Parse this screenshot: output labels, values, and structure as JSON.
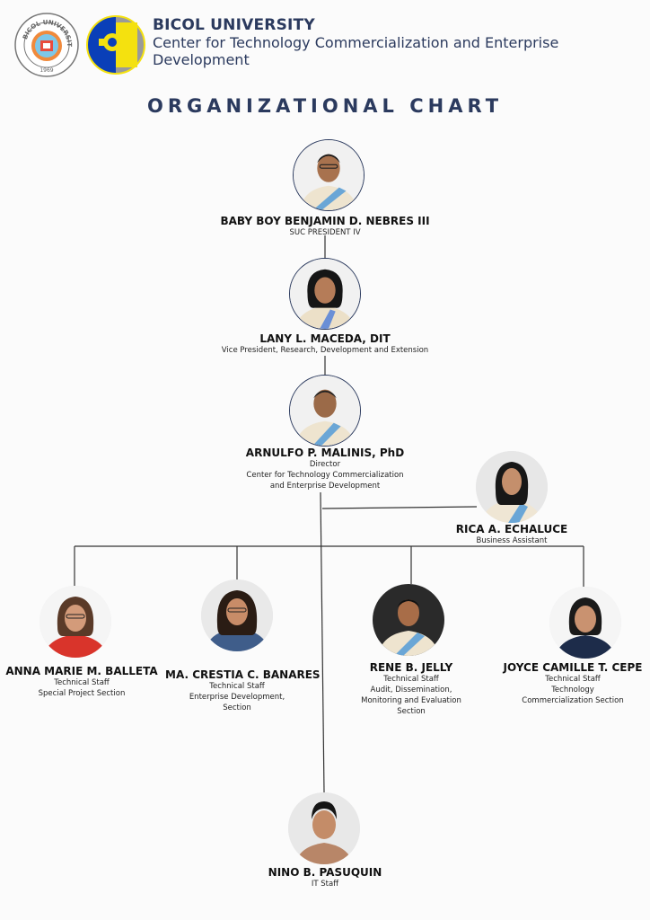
{
  "header": {
    "university": "BICOL UNIVERSITY",
    "center": "Center for Technology Commercialization and Enterprise Development",
    "seal_text": "BICOL UNIVERSITY 1969"
  },
  "title": "ORGANIZATIONAL CHART",
  "colors": {
    "navy": "#2b3a5e",
    "logo_blue": "#0a3fb8",
    "logo_yellow": "#f4e10f",
    "logo_gray": "#9a9a9a",
    "sash": "#6aa6d6"
  },
  "people": [
    {
      "id": "president",
      "name": "BABY BOY BENJAMIN D. NEBRES III",
      "roles": [
        "SUC PRESIDENT IV"
      ]
    },
    {
      "id": "vp",
      "name": "LANY L. MACEDA, DIT",
      "roles": [
        "Vice President, Research, Development and Extension"
      ]
    },
    {
      "id": "director",
      "name": "ARNULFO P. MALINIS, PhD",
      "roles": [
        "Director",
        "Center for Technology Commercialization",
        "and Enterprise Development"
      ]
    },
    {
      "id": "assistant",
      "name": "RICA A. ECHALUCE",
      "roles": [
        "Business Assistant"
      ]
    },
    {
      "id": "balleta",
      "name": "ANNA MARIE M. BALLETA",
      "roles": [
        "Technical Staff",
        "Special Project Section"
      ]
    },
    {
      "id": "banares",
      "name": "MA. CRESTIA C. BANARES",
      "roles": [
        "Technical Staff",
        "Enterprise Development,",
        "Section"
      ]
    },
    {
      "id": "jelly",
      "name": "RENE B. JELLY",
      "roles": [
        "Technical Staff",
        "Audit, Dissemination,",
        "Monitoring and Evaluation",
        "Section"
      ]
    },
    {
      "id": "cepe",
      "name": "JOYCE CAMILLE T. CEPE",
      "roles": [
        "Technical Staff",
        "Technology",
        "Commercialization Section"
      ]
    },
    {
      "id": "pasuquin",
      "name": "NINO B. PASUQUIN",
      "roles": [
        "IT Staff"
      ]
    }
  ]
}
